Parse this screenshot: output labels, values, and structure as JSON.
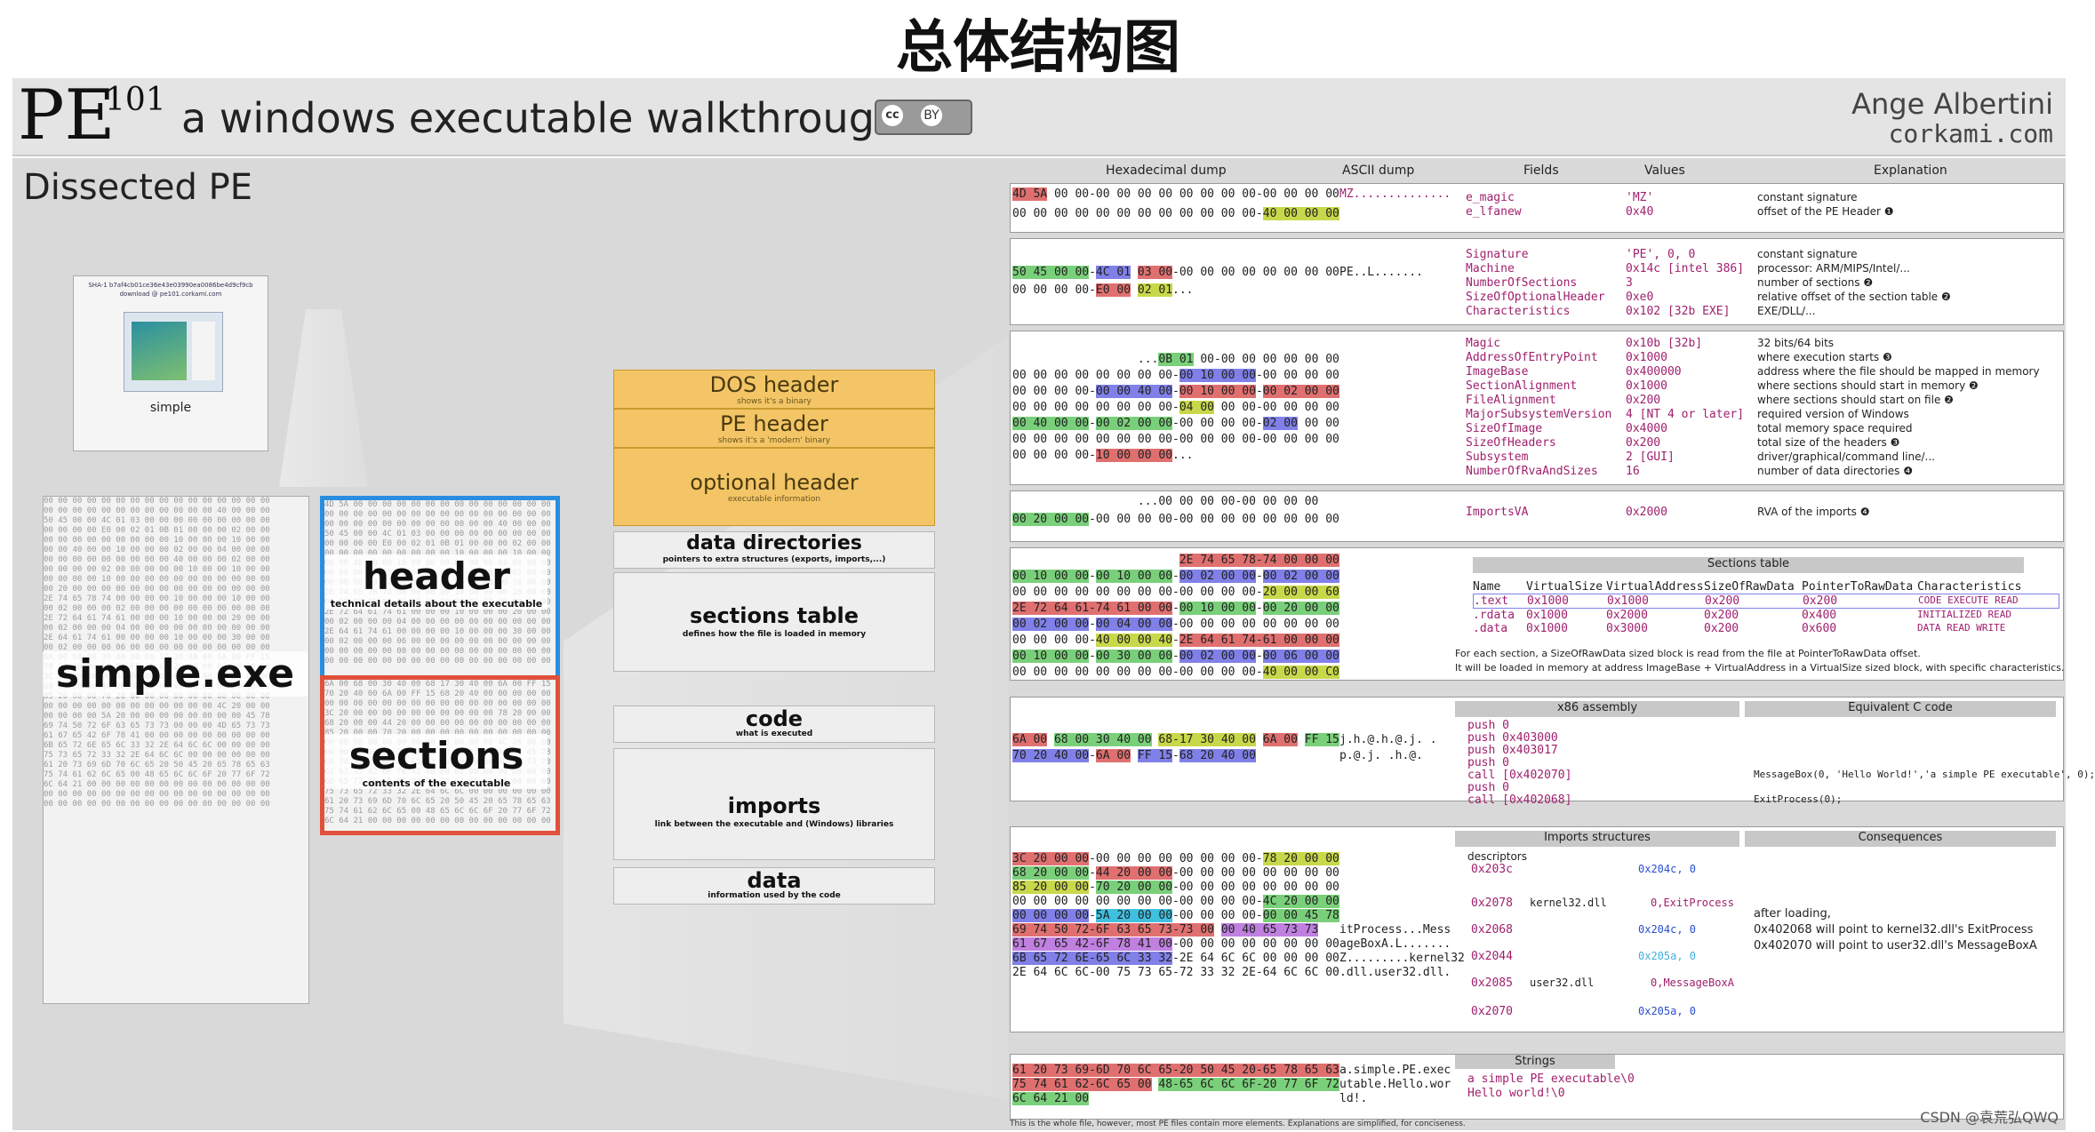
{
  "page_title": "总体结构图",
  "banner": {
    "logo": "PE",
    "logo_sup": "101",
    "subtitle": "a windows executable walkthrough",
    "author": "Ange Albertini",
    "site": "corkami.com",
    "cc_badge": [
      "cc",
      "BY"
    ]
  },
  "dissected_title": "Dissected PE",
  "file_icon_label": "simple",
  "file_icon_caption": "SHA-1 b7af4cb01ce36e43e03990ea0086be4d9cf9cb",
  "file_icon_caption2": "download @ pe101.corkami.com",
  "simple_exe_label": "simple.exe",
  "header_block": {
    "title": "header",
    "subtitle": "technical details about the executable"
  },
  "sections_block": {
    "title": "sections",
    "subtitle": "contents of the executable"
  },
  "header_parts": [
    {
      "title": "DOS header",
      "subtitle": "shows it's a binary"
    },
    {
      "title": "PE header",
      "subtitle": "shows it's a 'modern' binary"
    },
    {
      "title": "optional header",
      "subtitle": "executable information"
    },
    {
      "title": "data directories",
      "subtitle": "pointers to extra structures (exports, imports,...)"
    },
    {
      "title": "sections table",
      "subtitle": "defines how the file is loaded in memory"
    }
  ],
  "section_parts": [
    {
      "title": "code",
      "subtitle": "what is executed"
    },
    {
      "title": "imports",
      "subtitle": "link between the executable and (Windows) libraries"
    },
    {
      "title": "data",
      "subtitle": "information used by the code"
    }
  ],
  "column_headers": [
    "Hexadecimal dump",
    "ASCII dump",
    "Fields",
    "Values",
    "Explanation"
  ],
  "panels": {
    "dos": {
      "fields": [
        "e_magic",
        "e_lfanew"
      ],
      "values": [
        "'MZ'",
        "0x40"
      ],
      "explanations": [
        "constant signature",
        "offset of the PE Header ❶"
      ]
    },
    "pe": {
      "fields": [
        "Signature",
        "Machine",
        "NumberOfSections",
        "SizeOfOptionalHeader",
        "Characteristics"
      ],
      "values": [
        "'PE', 0, 0",
        "0x14c [intel 386]",
        "3",
        "0xe0",
        "0x102 [32b EXE]"
      ],
      "explanations": [
        "constant signature",
        "processor: ARM/MIPS/Intel/...",
        "number of sections ❷",
        "relative offset of the section table ❷",
        "EXE/DLL/..."
      ]
    },
    "optional": {
      "fields": [
        "Magic",
        "AddressOfEntryPoint",
        "ImageBase",
        "SectionAlignment",
        "FileAlignment",
        "MajorSubsystemVersion",
        "SizeOfImage",
        "SizeOfHeaders",
        "Subsystem",
        "NumberOfRvaAndSizes"
      ],
      "values": [
        "0x10b [32b]",
        "0x1000",
        "0x400000",
        "0x1000",
        "0x200",
        "4 [NT 4 or later]",
        "0x4000",
        "0x200",
        "2 [GUI]",
        "16"
      ],
      "explanations": [
        "32 bits/64 bits",
        "where execution starts ❸",
        "address where the file should be mapped in memory",
        "where sections should start in memory ❷",
        "where sections should start on file ❷",
        "required version of Windows",
        "total memory space required",
        "total size of the headers ❸",
        "driver/graphical/command line/...",
        "number of data directories ❹"
      ]
    },
    "datadir": {
      "fields": [
        "ImportsVA"
      ],
      "values": [
        "0x2000"
      ],
      "explanations": [
        "RVA of the imports ❹"
      ]
    },
    "sections_table": {
      "title": "Sections table",
      "headers": [
        "Name",
        "VirtualSize",
        "VirtualAddress",
        "SizeOfRawData",
        "PointerToRawData",
        "Characteristics"
      ],
      "rows": [
        [
          ".text",
          "0x1000",
          "0x1000",
          "0x200",
          "0x200",
          "CODE EXECUTE READ"
        ],
        [
          ".rdata",
          "0x1000",
          "0x2000",
          "0x200",
          "0x400",
          "INITIALIZED READ"
        ],
        [
          ".data",
          "0x1000",
          "0x3000",
          "0x200",
          "0x600",
          "DATA READ WRITE"
        ]
      ],
      "note1": "For each section, a SizeOfRawData sized block is read from the file at PointerToRawData offset.",
      "note2": "It will be loaded in memory at address ImageBase + VirtualAddress in a VirtualSize sized block, with specific characteristics."
    },
    "code": {
      "asm_title": "x86 assembly",
      "c_title": "Equivalent C code",
      "asm": [
        "push 0",
        "push 0x403000",
        "push 0x403017",
        "push 0",
        "call [0x402070]",
        "push 0",
        "call [0x402068]"
      ],
      "c": [
        "MessageBox(0, 'Hello World!','a simple PE executable', 0);",
        "ExitProcess(0);"
      ]
    },
    "imports": {
      "title": "Imports structures",
      "consequences_title": "Consequences",
      "descriptors_label": "descriptors",
      "entries": [
        "0x203c",
        "0x2078",
        "0x2068",
        "0x2044",
        "0x2085",
        "0x2070"
      ],
      "libs": [
        "kernel32.dll",
        "user32.dll"
      ],
      "funcs": [
        "0,ExitProcess",
        "0,MessageBoxA"
      ],
      "thunks": [
        "0x204c, 0",
        "0x204c, 0",
        "0x205a, 0",
        "0x205a, 0"
      ],
      "after": "after loading,",
      "c1": "0x402068 will point to kernel32.dll's ExitProcess",
      "c2": "0x402070 will point to user32.dll's MessageBoxA"
    },
    "strings": {
      "title": "Strings",
      "lines": [
        "a simple PE executable\\0",
        "Hello world!\\0"
      ],
      "ascii": [
        "a.simple.PE.exec",
        "utable.Hello.wor",
        "ld!."
      ]
    }
  },
  "footnote": "This is the whole file, however, most PE files contain more elements. Explanations are simplified, for conciseness.",
  "watermark": "CSDN @袁荒弘QWQ"
}
